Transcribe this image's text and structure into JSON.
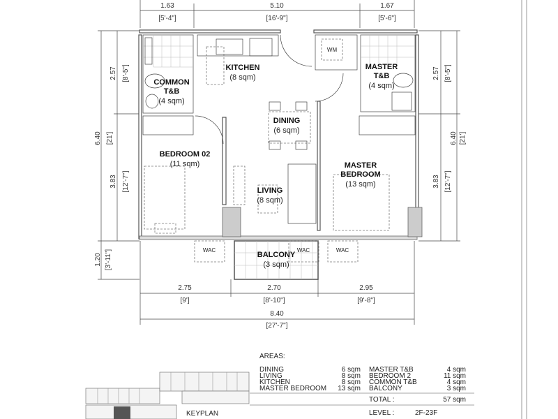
{
  "dimensions": {
    "top": [
      {
        "m": "1.63",
        "ft": "[5'-4\"]"
      },
      {
        "m": "5.10",
        "ft": "[16'-9\"]"
      },
      {
        "m": "1.67",
        "ft": "[5'-6\"]"
      }
    ],
    "bottom": [
      {
        "m": "2.75",
        "ft": "[9']"
      },
      {
        "m": "2.70",
        "ft": "[8'-10\"]"
      },
      {
        "m": "2.95",
        "ft": "[9'-8\"]"
      }
    ],
    "bottom_total": {
      "m": "8.40",
      "ft": "[27'-7\"]"
    },
    "left": {
      "total": {
        "m": "6.40",
        "ft": "[21']"
      },
      "upper": {
        "m": "2.57",
        "ft": "[8'-5\"]"
      },
      "lower": {
        "m": "3.83",
        "ft": "[12'-7\"]"
      },
      "balcony": {
        "m": "1.20",
        "ft": "[3'-11\"]"
      }
    },
    "right": {
      "total": {
        "m": "6.40",
        "ft": "[21']"
      },
      "upper": {
        "m": "2.57",
        "ft": "[8'-5\"]"
      },
      "lower": {
        "m": "3.83",
        "ft": "[12'-7\"]"
      }
    }
  },
  "rooms": {
    "kitchen": {
      "name": "KITCHEN",
      "area": "(8 sqm)"
    },
    "common_tb": {
      "name1": "COMMON",
      "name2": "T&B",
      "area": "(4 sqm)"
    },
    "master_tb": {
      "name1": "MASTER",
      "name2": "T&B",
      "area": "(4 sqm)"
    },
    "dining": {
      "name": "DINING",
      "area": "(6 sqm)"
    },
    "bedroom02": {
      "name": "BEDROOM 02",
      "area": "(11 sqm)"
    },
    "living": {
      "name": "LIVING",
      "area": "(8 sqm)"
    },
    "master_bedroom": {
      "name1": "MASTER",
      "name2": "BEDROOM",
      "area": "(13 sqm)"
    },
    "balcony": {
      "name": "BALCONY",
      "area": "(3 sqm)"
    }
  },
  "fixtures": {
    "wac": "WAC",
    "wm": "WM"
  },
  "areas_table": {
    "title": "AREAS:",
    "left": [
      {
        "label": "DINING",
        "value": "6 sqm"
      },
      {
        "label": "LIVING",
        "value": "8 sqm"
      },
      {
        "label": "KITCHEN",
        "value": "8 sqm"
      },
      {
        "label": "MASTER BEDROOM",
        "value": "13 sqm"
      }
    ],
    "right": [
      {
        "label": "MASTER T&B",
        "value": "4 sqm"
      },
      {
        "label": "BEDROOM 2",
        "value": "11 sqm"
      },
      {
        "label": "COMMON T&B",
        "value": "4 sqm"
      },
      {
        "label": "BALCONY",
        "value": "3 sqm"
      }
    ],
    "total_label": "TOTAL :",
    "total_value": "57 sqm",
    "level_label": "LEVEL :",
    "level_value": "2F-23F"
  },
  "keyplan": {
    "label": "KEYPLAN"
  }
}
